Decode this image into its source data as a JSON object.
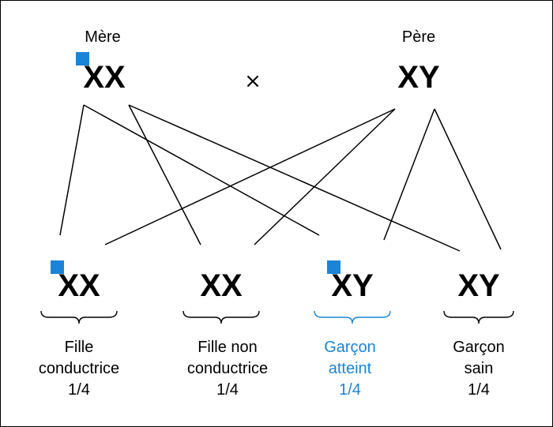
{
  "parents": {
    "mother": {
      "label": "Mère",
      "genotype": "XX"
    },
    "father": {
      "label": "Père",
      "genotype": "XY"
    },
    "cross_symbol": "×"
  },
  "children": [
    {
      "genotype": "XX",
      "lines": [
        "Fille",
        "conductrice",
        "1/4"
      ],
      "carrier": true,
      "highlight": false
    },
    {
      "genotype": "XX",
      "lines": [
        "Fille non",
        "conductrice",
        "1/4"
      ],
      "carrier": false,
      "highlight": false
    },
    {
      "genotype": "XY",
      "lines": [
        "Garçon",
        "atteint",
        "1/4"
      ],
      "carrier": true,
      "highlight": true
    },
    {
      "genotype": "XY",
      "lines": [
        "Garçon",
        "sain",
        "1/4"
      ],
      "carrier": false,
      "highlight": false
    }
  ],
  "colors": {
    "marker": "#1a84d8",
    "highlight_text": "#1a84d8",
    "text": "#000000"
  }
}
